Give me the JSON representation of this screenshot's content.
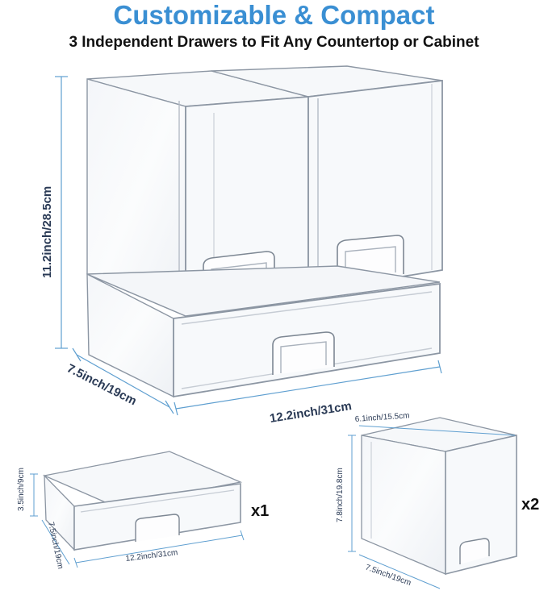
{
  "header": {
    "title": "Customizable & Compact",
    "subtitle": "3 Independent Drawers to Fit Any Countertop or Cabinet"
  },
  "dimensions": {
    "main_height": "11.2inch/28.5cm",
    "main_depth": "7.5inch/19cm",
    "main_width": "12.2inch/31cm",
    "wide_height": "3.5inch/9cm",
    "wide_depth": "7.5inch/19cm",
    "wide_width": "12.2inch/31cm",
    "tall_width": "6.1inch/15.5cm",
    "tall_height": "7.8inch/19.8cm",
    "tall_depth": "7.5inch/19cm"
  },
  "quantities": {
    "wide_drawer": "x1",
    "tall_drawer": "x2"
  },
  "colors": {
    "title": "#3a8fd3",
    "dimension_line": "#5f9fd0",
    "acrylic_edge": "#8c96a3"
  }
}
